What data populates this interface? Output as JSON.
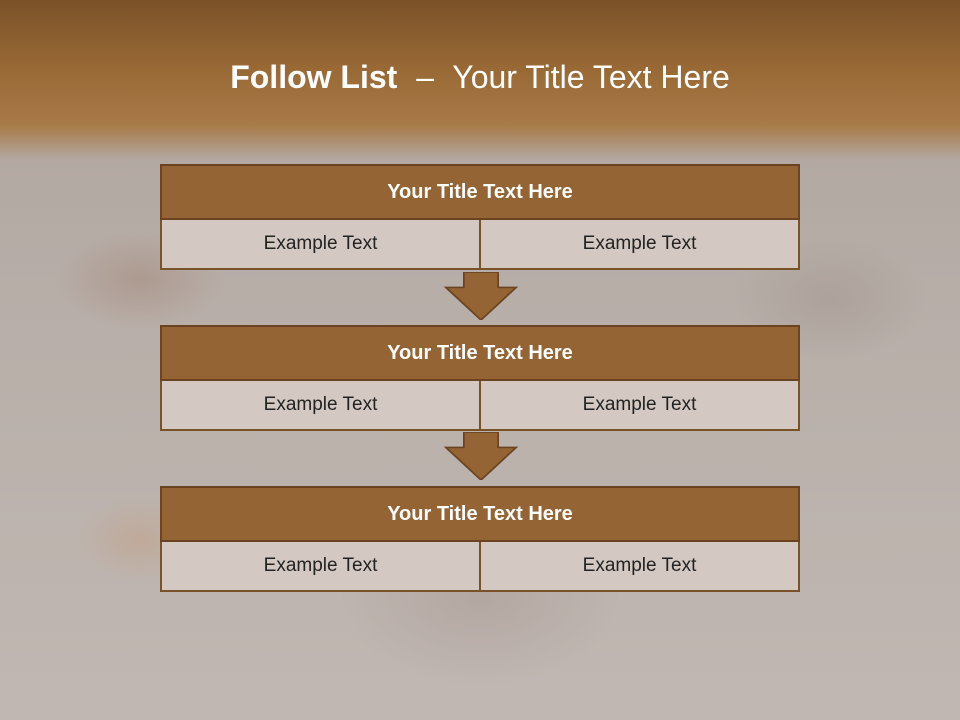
{
  "slide": {
    "title_bold": "Follow List",
    "title_sep": "–",
    "title_rest": "Your Title Text Here"
  },
  "blocks": [
    {
      "title": "Your Title Text Here",
      "left": "Example Text",
      "right": "Example Text"
    },
    {
      "title": "Your Title Text Here",
      "left": "Example Text",
      "right": "Example Text"
    },
    {
      "title": "Your Title Text Here",
      "left": "Example Text",
      "right": "Example Text"
    }
  ],
  "colors": {
    "header": "#946435",
    "header_border": "#6b4320",
    "cell": "#d4c9c2",
    "arrow": "#946435"
  }
}
